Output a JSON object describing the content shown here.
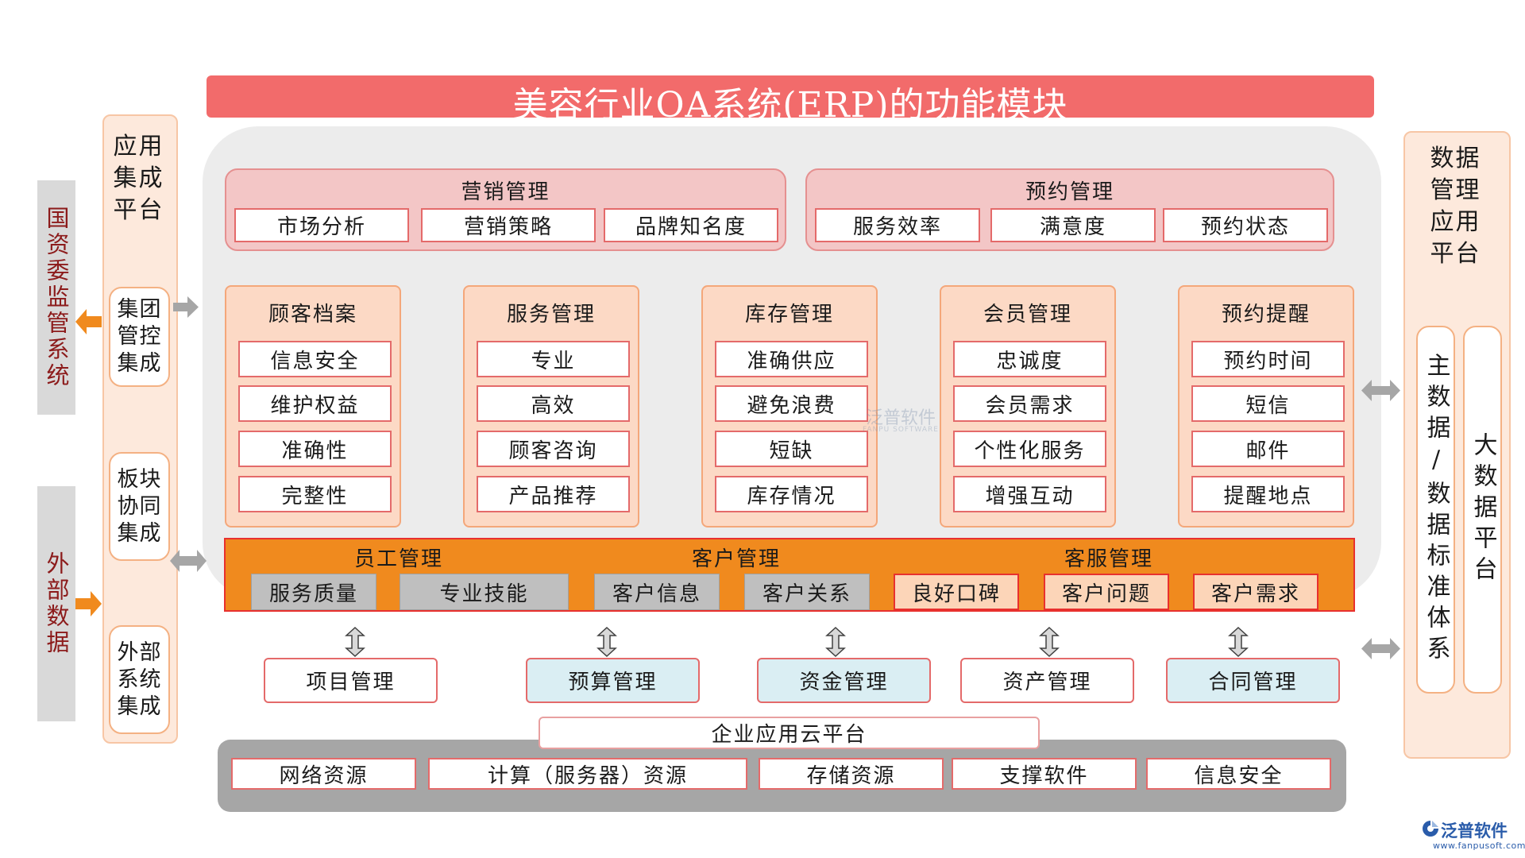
{
  "title": "美容行业OA系统(ERP)的功能模块",
  "left_panel": {
    "supervision_system": "国资委监管系统",
    "external_data": "外部数据",
    "integration_platform": {
      "title": "应用集成平台",
      "items": [
        "集团管控集成",
        "板块协同集成",
        "外部系统集成"
      ]
    }
  },
  "right_panel": {
    "title": "数据管理应用平台",
    "items": [
      "主数据/数据标准体系",
      "大数据平台"
    ]
  },
  "top_groups": [
    {
      "title": "营销管理",
      "items": [
        "市场分析",
        "营销策略",
        "品牌知名度"
      ]
    },
    {
      "title": "预约管理",
      "items": [
        "服务效率",
        "满意度",
        "预约状态"
      ]
    }
  ],
  "modules": [
    {
      "title": "顾客档案",
      "items": [
        "信息安全",
        "维护权益",
        "准确性",
        "完整性"
      ]
    },
    {
      "title": "服务管理",
      "items": [
        "专业",
        "高效",
        "顾客咨询",
        "产品推荐"
      ]
    },
    {
      "title": "库存管理",
      "items": [
        "准确供应",
        "避免浪费",
        "短缺",
        "库存情况"
      ]
    },
    {
      "title": "会员管理",
      "items": [
        "忠诚度",
        "会员需求",
        "个性化服务",
        "增强互动"
      ]
    },
    {
      "title": "预约提醒",
      "items": [
        "预约时间",
        "短信",
        "邮件",
        "提醒地点"
      ]
    }
  ],
  "management_bar": [
    {
      "title": "员工管理",
      "items": [
        "服务质量",
        "专业技能"
      ]
    },
    {
      "title": "客户管理",
      "items": [
        "客户信息",
        "客户关系"
      ]
    },
    {
      "title": "客服管理",
      "items": [
        "良好口碑",
        "客户问题",
        "客户需求"
      ]
    }
  ],
  "support_modules": [
    "项目管理",
    "预算管理",
    "资金管理",
    "资产管理",
    "合同管理"
  ],
  "cloud_platform": {
    "title": "企业应用云平台",
    "resources": [
      "网络资源",
      "计算（服务器）资源",
      "存储资源",
      "支撑软件",
      "信息安全"
    ]
  },
  "branding": {
    "logo_text": "泛普软件",
    "url": "www.fanpusoft.com",
    "watermark_text": "泛普软件",
    "watermark_subtext": "FANPU SOFTWARE"
  },
  "colors": {
    "title_bar": "#f26b6b",
    "orange_bar": "#f08a1e",
    "panel_gray": "#ececec",
    "module_peach": "#fcd9c5",
    "support_cyan": "#daeef3",
    "item_border_red": "#e46a6a",
    "side_text": "#8c1b1b",
    "brand_blue": "#2a5caa"
  },
  "icons": {
    "left_arrows": "orange-arrow-icon",
    "connector_arrows": "gray-arrow-icon",
    "vertical_connectors": "double-vertical-arrow-icon",
    "logo": "fanpu-logo-icon"
  }
}
